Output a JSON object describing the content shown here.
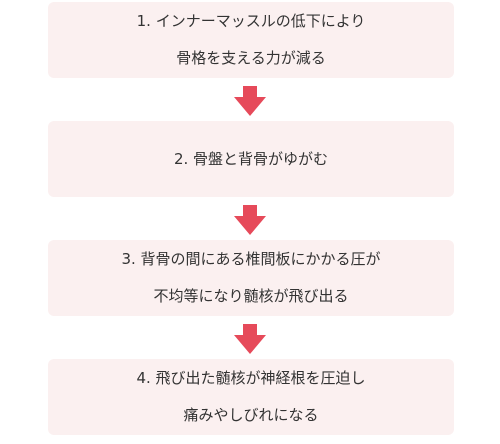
{
  "colors": {
    "box_background": "#fbf0f0",
    "arrow": "#e64a5a",
    "text": "#333333"
  },
  "steps": [
    {
      "lines": [
        "1. インナーマッスルの低下により",
        "骨格を支える力が減る"
      ]
    },
    {
      "lines": [
        "2. 骨盤と背骨がゆがむ"
      ]
    },
    {
      "lines": [
        "3. 背骨の間にある椎間板にかかる圧が",
        "不均等になり髄核が飛び出る"
      ]
    },
    {
      "lines": [
        "4. 飛び出た髄核が神経根を圧迫し",
        "痛みやしびれになる"
      ]
    }
  ]
}
